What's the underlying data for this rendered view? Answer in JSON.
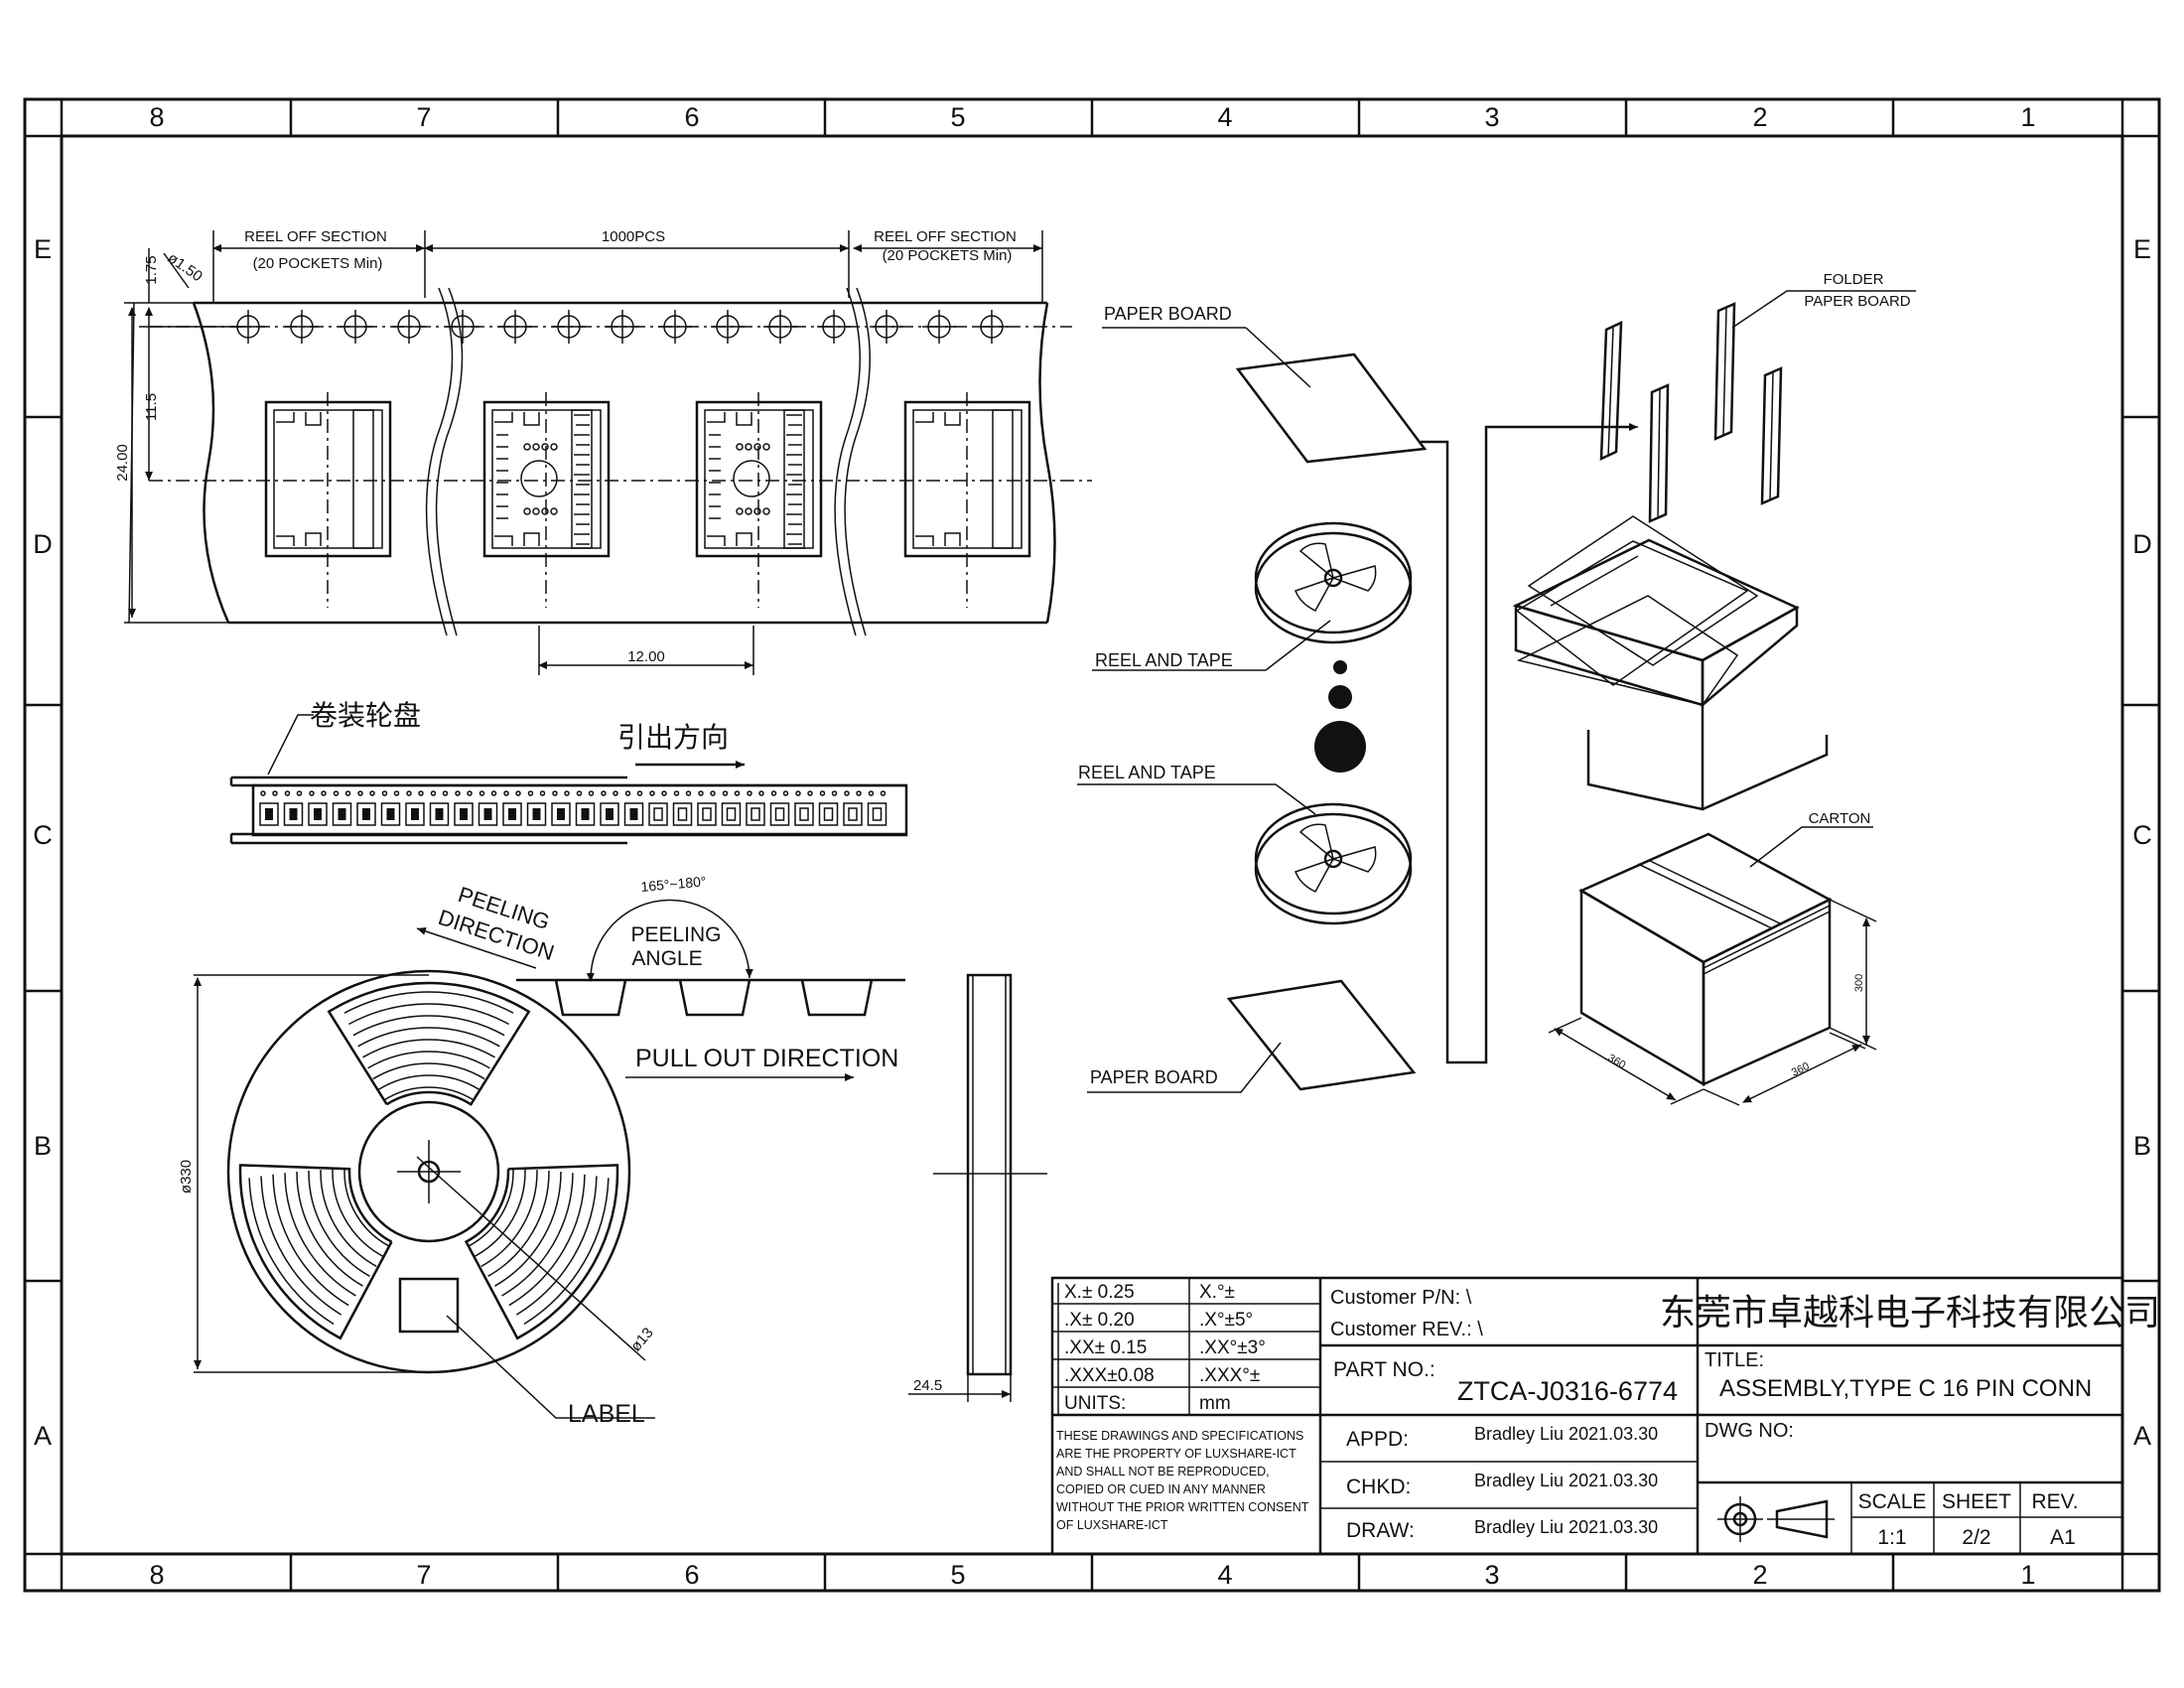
{
  "border": {
    "columns": [
      "8",
      "7",
      "6",
      "5",
      "4",
      "3",
      "2",
      "1"
    ],
    "rows": [
      "E",
      "D",
      "C",
      "B",
      "A"
    ]
  },
  "tape": {
    "reel_off_left": "REEL OFF SECTION",
    "reel_off_left_sub": "(20 POCKETS Min)",
    "middle_label": "1000PCS",
    "reel_off_right": "REEL OFF SECTION",
    "reel_off_right_sub": "(20 POCKETS Min)",
    "dim_175": "1.75",
    "dim_hole": "ø1.50",
    "dim_115": "11.5",
    "dim_24": "24.00",
    "dim_pitch": "12.00"
  },
  "strip": {
    "reel_label_cn": "卷装轮盘",
    "direction_cn": "引出方向"
  },
  "peel": {
    "peeling_direction_1": "PEELING",
    "peeling_direction_2": "DIRECTION",
    "angle_range": "165°~180°",
    "peeling_angle_1": "PEELING",
    "peeling_angle_2": "ANGLE",
    "pull_out": "PULL OUT DIRECTION"
  },
  "reel": {
    "dia_outer": "ø330",
    "dia_hub": "ø13",
    "label": "LABEL",
    "width": "24.5"
  },
  "packaging": {
    "paper_board_top": "PAPER BOARD",
    "reel_and_tape_1": "REEL AND TAPE",
    "reel_and_tape_2": "REEL AND TAPE",
    "paper_board_bottom": "PAPER BOARD",
    "folder_1": "FOLDER",
    "folder_2": "PAPER BOARD",
    "carton": "CARTON",
    "dim_height": "300",
    "dim_len": "360",
    "dim_width": "360"
  },
  "titleblock": {
    "tolerances": [
      [
        "X.± 0.25",
        "X.°±"
      ],
      [
        ".X± 0.20",
        ".X°±5°"
      ],
      [
        ".XX± 0.15",
        ".XX°±3°"
      ],
      [
        ".XXX±0.08",
        ".XXX°±"
      ],
      [
        "UNITS:",
        "mm"
      ]
    ],
    "notice": [
      "THESE DRAWINGS AND SPECIFICATIONS",
      "ARE THE PROPERTY OF LUXSHARE-ICT",
      "AND SHALL NOT BE REPRODUCED,",
      "COPIED OR CUED IN ANY MANNER",
      "WITHOUT THE PRIOR WRITTEN CONSENT",
      "OF LUXSHARE-ICT"
    ],
    "customer_pn": "Customer P/N: \\",
    "customer_rev": "Customer REV.: \\",
    "part_no_label": "PART NO.:",
    "part_no": "ZTCA-J0316-6774",
    "appd_label": "APPD:",
    "appd_value": "Bradley Liu  2021.03.30",
    "chkd_label": "CHKD:",
    "chkd_value": "Bradley Liu  2021.03.30",
    "draw_label": "DRAW:",
    "draw_value": "Bradley Liu  2021.03.30",
    "company": "东莞市卓越科电子科技有限公司",
    "title_label": "TITLE:",
    "title_value": "ASSEMBLY,TYPE C 16 PIN CONN",
    "dwg_label": "DWG NO:",
    "scale_label": "SCALE",
    "scale_value": "1:1",
    "sheet_label": "SHEET",
    "sheet_value": "2/2",
    "rev_label": "REV.",
    "rev_value": "A1"
  }
}
